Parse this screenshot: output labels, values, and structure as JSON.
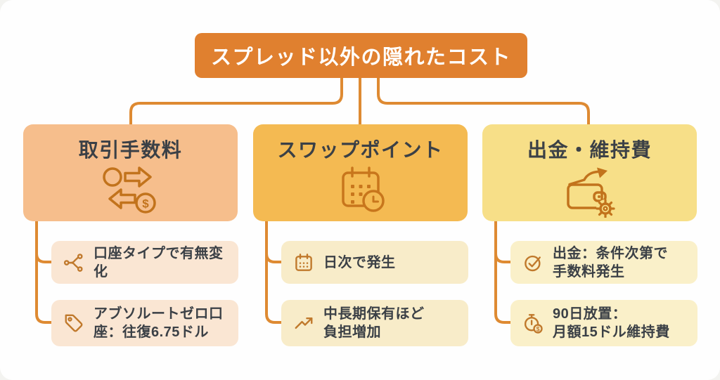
{
  "title": "スプレッド以外の隠れたコスト",
  "colors": {
    "title_bg": "#E0802F",
    "branch_bgs": [
      "#F6BE8C",
      "#F4BA52",
      "#F7DF88"
    ],
    "leaf_bgs": [
      "#FAE6D3",
      "#F8ECC9",
      "#FAF0C9"
    ],
    "connector": "#DE8A32",
    "text_dark": "#3B4046",
    "main_icon_stroke": "#C2731C",
    "leaf_icon_stroke": "#C0792C",
    "title_text": "#FFFFFF"
  },
  "branches": [
    {
      "label": "取引手数料",
      "icon": "currency-exchange-icon",
      "items": [
        {
          "icon": "branch-split-icon",
          "text": "口座タイプで有無変化"
        },
        {
          "icon": "price-tag-icon",
          "text": "アブソルートゼロ口\n座：往復6.75ドル"
        }
      ]
    },
    {
      "label": "スワップポイント",
      "icon": "calendar-clock-icon",
      "items": [
        {
          "icon": "calendar-icon",
          "text": "日次で発生"
        },
        {
          "icon": "trending-up-icon",
          "text": "中長期保有ほど\n負担増加"
        }
      ]
    },
    {
      "label": "出金・維持費",
      "icon": "wallet-gear-icon",
      "items": [
        {
          "icon": "check-circle-icon",
          "text": "出金：条件次第で\n手数料発生"
        },
        {
          "icon": "stopwatch-dollar-icon",
          "text": "90日放置：\n月額15ドル維持費"
        }
      ]
    }
  ]
}
